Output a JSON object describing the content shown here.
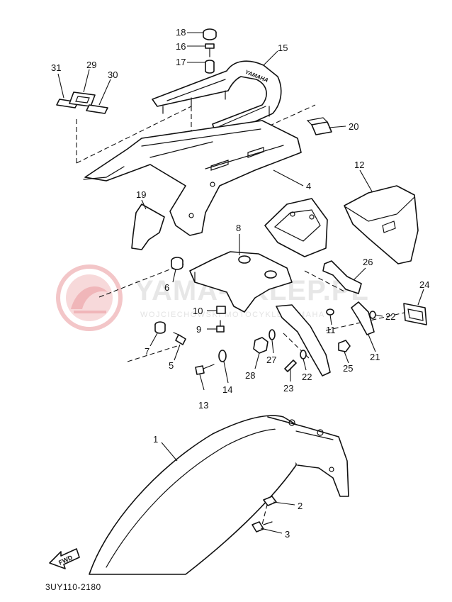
{
  "diagram": {
    "code": "3UY110-2180",
    "fwd_label": "FWD",
    "carrier_lettering": "YAMAHA",
    "watermark": {
      "title": "YAMA-SKLEP.PL",
      "subtitle": "WOJCIECHOWSKI MOTOCYKLE YAMAHA"
    },
    "callouts": [
      "1",
      "2",
      "3",
      "4",
      "5",
      "6",
      "7",
      "8",
      "9",
      "10",
      "11",
      "12",
      "13",
      "14",
      "15",
      "16",
      "17",
      "18",
      "19",
      "20",
      "21",
      "22",
      "22",
      "23",
      "24",
      "25",
      "26",
      "27",
      "28",
      "29",
      "30",
      "31"
    ],
    "colors": {
      "ink": "#111111",
      "watermark": "#e7e7e7",
      "watermark_logo": "#f3c6c8"
    }
  }
}
